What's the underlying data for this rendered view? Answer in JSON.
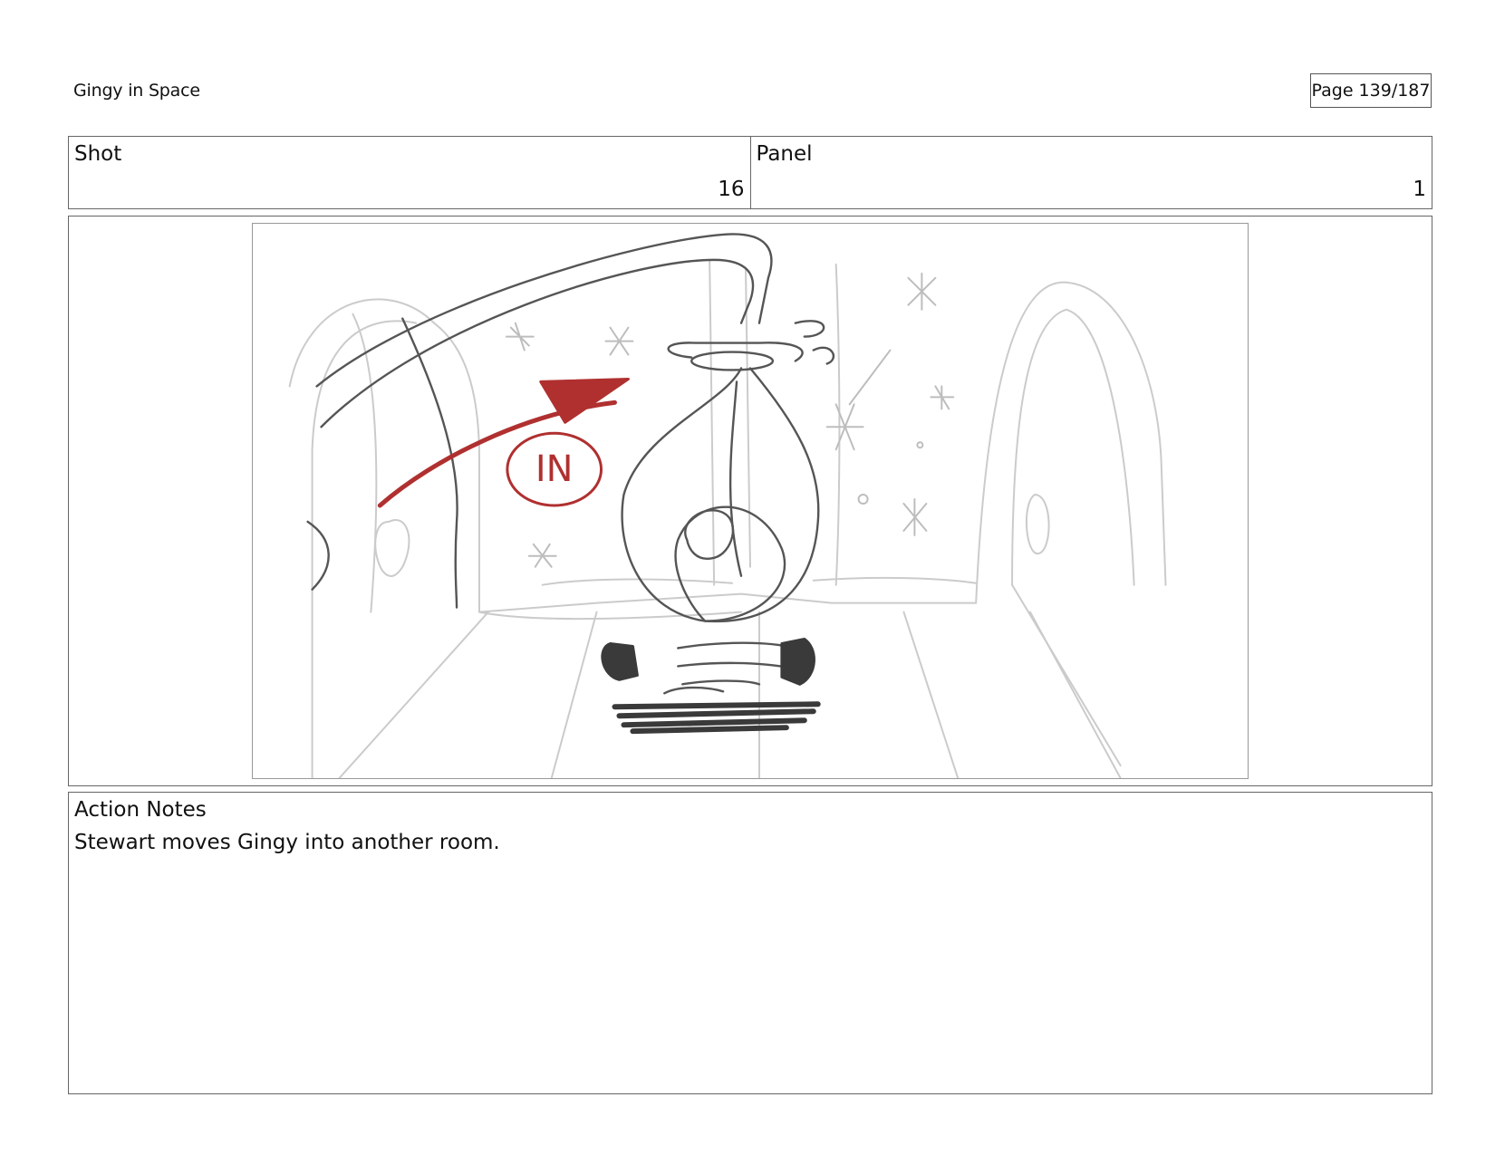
{
  "header": {
    "project_title": "Gingy in Space",
    "page_label": "Page 139/187"
  },
  "shot": {
    "label": "Shot",
    "value": "16"
  },
  "panel": {
    "label": "Panel",
    "value": "1"
  },
  "action_notes": {
    "label": "Action Notes",
    "text": "Stewart moves Gingy into another room."
  },
  "frame": {
    "annotation": "IN",
    "colors": {
      "annotation": "#b03030",
      "bg_lines": "#c9c9c9",
      "fg_lines": "#555555",
      "fills": "#3a3a3a"
    }
  }
}
